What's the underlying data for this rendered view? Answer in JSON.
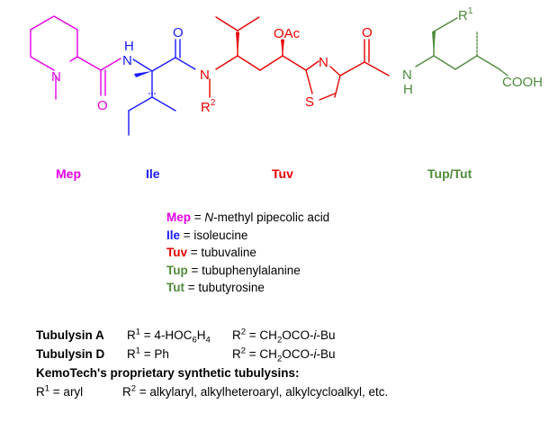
{
  "colors": {
    "mep": "#e600e6",
    "ile": "#1a1aff",
    "tuv": "#e60000",
    "tup": "#4f8a3d",
    "black": "#000000"
  },
  "structure": {
    "mep_atoms": {
      "n": "N"
    },
    "ile_atoms": {
      "nh_n": "N",
      "nh_h": "H",
      "o_amide": "O"
    },
    "tuv_atoms": {
      "n_amide": "N",
      "r2": "R",
      "r2_sup": "2",
      "oac": "OAc",
      "thz_n": "N",
      "thz_s": "S",
      "o_carbonyl": "O"
    },
    "tup_atoms": {
      "nh_n": "N",
      "nh_h": "H",
      "r1": "R",
      "r1_sup": "1",
      "cooh": "COOH"
    },
    "mep_o": "O"
  },
  "fragments": {
    "mep": "Mep",
    "ile": "Ile",
    "tuv": "Tuv",
    "tup": "Tup/Tut"
  },
  "legend": [
    {
      "abbr": "Mep",
      "color_key": "mep",
      "eq": " = ",
      "pre": "",
      "italic": "N",
      "post": "-methyl pipecolic acid"
    },
    {
      "abbr": "Ile",
      "color_key": "ile",
      "eq": " = ",
      "pre": "isoleucine",
      "italic": "",
      "post": ""
    },
    {
      "abbr": "Tuv",
      "color_key": "tuv",
      "eq": " = ",
      "pre": "tubuvaline",
      "italic": "",
      "post": ""
    },
    {
      "abbr": "Tup",
      "color_key": "tup",
      "eq": " = ",
      "pre": "tubuphenylalanine",
      "italic": "",
      "post": ""
    },
    {
      "abbr": "Tut",
      "color_key": "tup",
      "eq": " = ",
      "pre": "tubutyrosine",
      "italic": "",
      "post": ""
    }
  ],
  "compounds": {
    "a": {
      "name": "Tubulysin A",
      "r1_label": "R",
      "r1_sup": "1",
      "r1_eq": " = 4-HOC",
      "r1_sub1": "6",
      "r1_mid": "H",
      "r1_sub2": "4",
      "r2_label": "R",
      "r2_sup": "2",
      "r2_eq": " =  CH",
      "r2_sub": "2",
      "r2_rest": "OCO-",
      "r2_it": "i",
      "r2_end": "-Bu"
    },
    "d": {
      "name": "Tubulysin D",
      "r1_label": "R",
      "r1_sup": "1",
      "r1_eq": " = Ph",
      "r2_label": "R",
      "r2_sup": "2",
      "r2_eq": " =  CH",
      "r2_sub": "2",
      "r2_rest": "OCO-",
      "r2_it": "i",
      "r2_end": "-Bu"
    },
    "kemotech_heading": "KemoTech's proprietary synthetic tubulysins:",
    "kemotech": {
      "r1_label": "R",
      "r1_sup": "1",
      "r1_eq": " = aryl",
      "r2_label": "R",
      "r2_sup": "2",
      "r2_eq": " =  alkylaryl, alkylheteroaryl, alkylcycloalkyl, etc."
    }
  }
}
